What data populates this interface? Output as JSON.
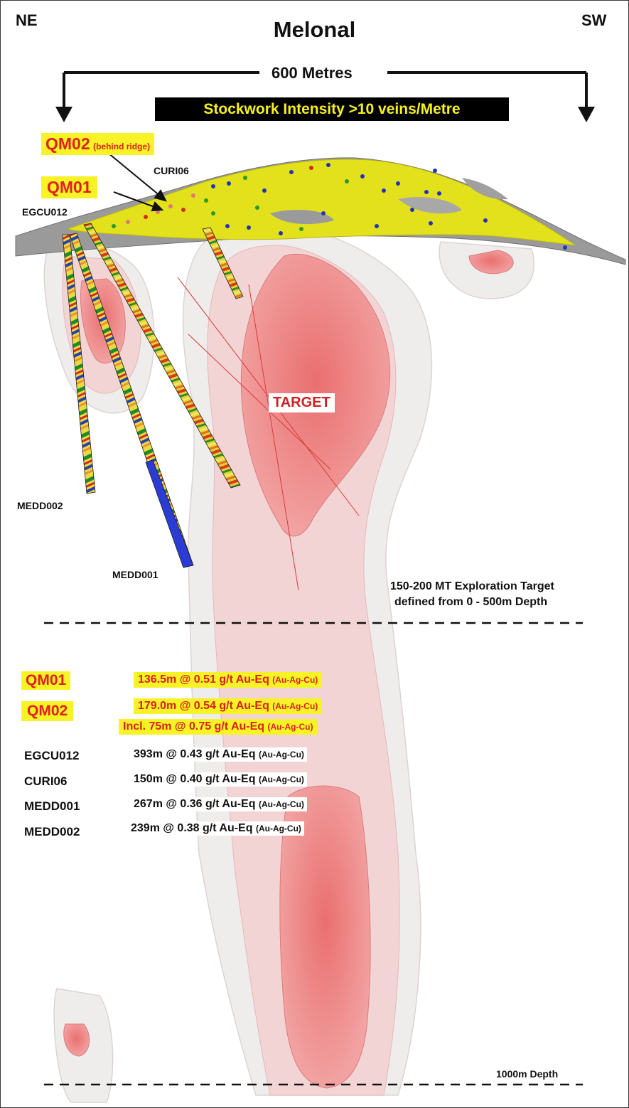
{
  "title": "Melonal",
  "orientation": {
    "left": "NE",
    "right": "SW"
  },
  "scale_label": "600 Metres",
  "legend_banner": "Stockwork Intensity >10 veins/Metre",
  "callouts": {
    "qm02": {
      "id": "QM02",
      "note": "(behind ridge)"
    },
    "qm01": {
      "id": "QM01"
    }
  },
  "drill_holes": [
    "CURI06",
    "EGCU012",
    "MEDD002",
    "MEDD001"
  ],
  "target_label": "TARGET",
  "exploration_note": {
    "line1": "150-200 MT Exploration Target",
    "line2": "defined from 0 - 500m Depth"
  },
  "depth_note": "1000m Depth",
  "results": [
    {
      "id": "QM01",
      "value": "136.5m @ 0.51 g/t Au-Eq",
      "suffix": "(Au-Ag-Cu)",
      "highlight": true
    },
    {
      "id": "QM02",
      "value": "179.0m @ 0.54 g/t Au-Eq",
      "suffix": "(Au-Ag-Cu)",
      "highlight": true
    },
    {
      "id": "",
      "value": "Incl. 75m @ 0.75 g/t Au-Eq",
      "suffix": "(Au-Ag-Cu)",
      "highlight": true
    },
    {
      "id": "EGCU012",
      "value": "393m @ 0.43 g/t Au-Eq",
      "suffix": "(Au-Ag-Cu)",
      "highlight": false
    },
    {
      "id": "CURI06",
      "value": "150m @ 0.40 g/t Au-Eq",
      "suffix": "(Au-Ag-Cu)",
      "highlight": false
    },
    {
      "id": "MEDD001",
      "value": "267m @ 0.36 g/t Au-Eq",
      "suffix": "(Au-Ag-Cu)",
      "highlight": false
    },
    {
      "id": "MEDD002",
      "value": "239m @ 0.38 g/t Au-Eq",
      "suffix": "(Au-Ag-Cu)",
      "highlight": false
    }
  ],
  "colors": {
    "orebody": "#e88888",
    "halo": "#f2d2d2",
    "surface_yellow": "#e6e61e",
    "surface_grey": "#9a9a9a",
    "highlight": "#f8f326",
    "alert_red": "#e01f1f"
  }
}
